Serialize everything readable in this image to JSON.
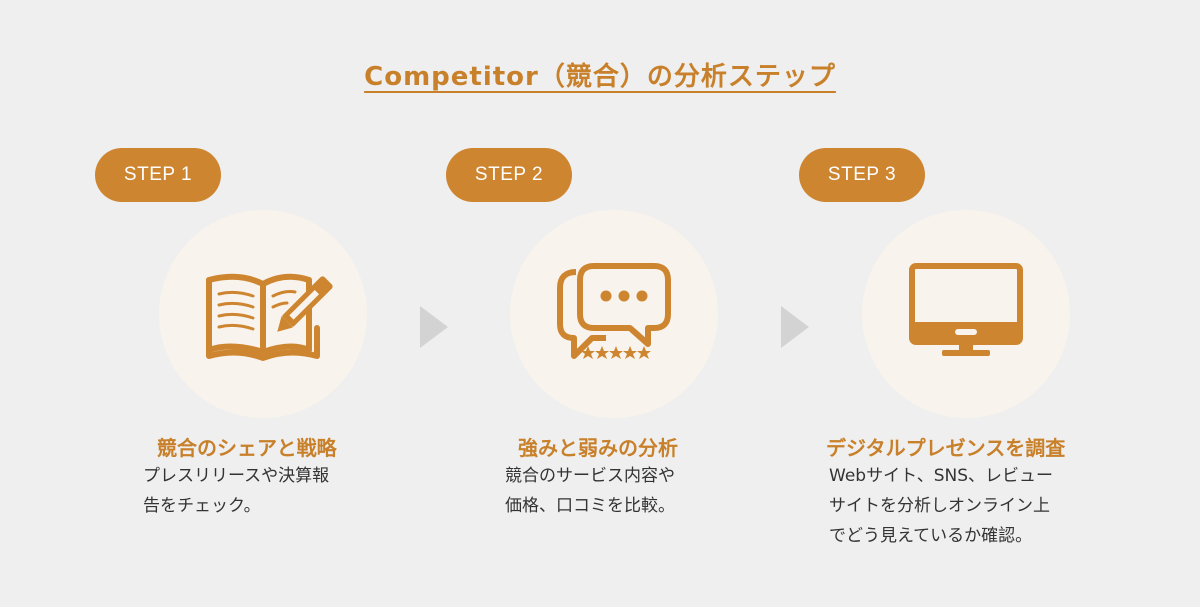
{
  "title": "Competitor（競合）の分析ステップ",
  "colors": {
    "accent": "#ce8530",
    "circle_bg": "#f8f3ec",
    "arrow": "#d3d3d3",
    "background": "#efefef"
  },
  "steps": [
    {
      "badge": "STEP 1",
      "icon": "open-book-pencil-icon",
      "title": "競合のシェアと戦略",
      "desc_lines": [
        "プレスリリースや決算報",
        "告をチェック。"
      ]
    },
    {
      "badge": "STEP 2",
      "icon": "chat-bubbles-stars-icon",
      "title": "強みと弱みの分析",
      "desc_lines": [
        "競合のサービス内容や",
        "価格、口コミを比較。"
      ]
    },
    {
      "badge": "STEP 3",
      "icon": "desktop-monitor-icon",
      "title": "デジタルプレゼンスを調査",
      "desc_lines": [
        "Webサイト、SNS、レビュー",
        "サイトを分析しオンライン上",
        "でどう見えているか確認。"
      ]
    }
  ]
}
